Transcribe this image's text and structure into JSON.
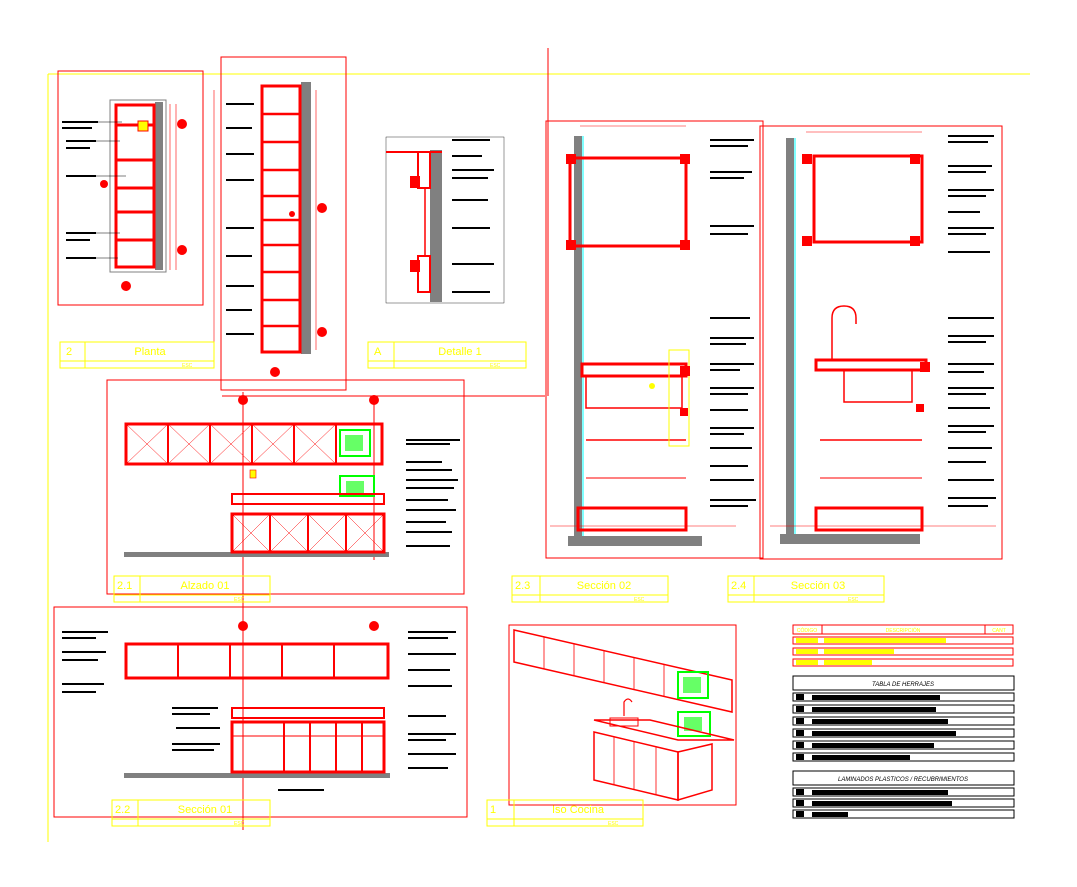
{
  "colors": {
    "background": "#ffffff",
    "frame": "#ff0000",
    "border_line": "#ffff00",
    "title_text": "#ffff00",
    "cabinet": "#ff0000",
    "appliance": "#00ff00",
    "wall": "#808080",
    "glass": "#00ffff",
    "text_line": "#000000"
  },
  "views": {
    "planta": {
      "number": "2",
      "title": "Planta",
      "scale": "ESC"
    },
    "detalle": {
      "number": "A",
      "title": "Detalle 1",
      "scale": "ESC"
    },
    "alzado": {
      "number": "2.1",
      "title": "Alzado 01",
      "scale": "ESC"
    },
    "seccion02": {
      "number": "2.3",
      "title": "Sección 02",
      "scale": "ESC"
    },
    "seccion03": {
      "number": "2.4",
      "title": "Sección 03",
      "scale": "ESC"
    },
    "seccion01": {
      "number": "2.2",
      "title": "Sección 01",
      "scale": "ESC"
    },
    "iso": {
      "number": "1",
      "title": "Iso Cocina",
      "scale": "ESC"
    }
  },
  "tables": {
    "materials_header": [
      "CÓDIGO",
      "DESCRIPCIÓN",
      "CANT"
    ],
    "herrajes_title": "TABLA DE HERRAJES",
    "laminados_title": "LAMINADOS PLASTICOS / RECUBRIMIENTOS"
  }
}
